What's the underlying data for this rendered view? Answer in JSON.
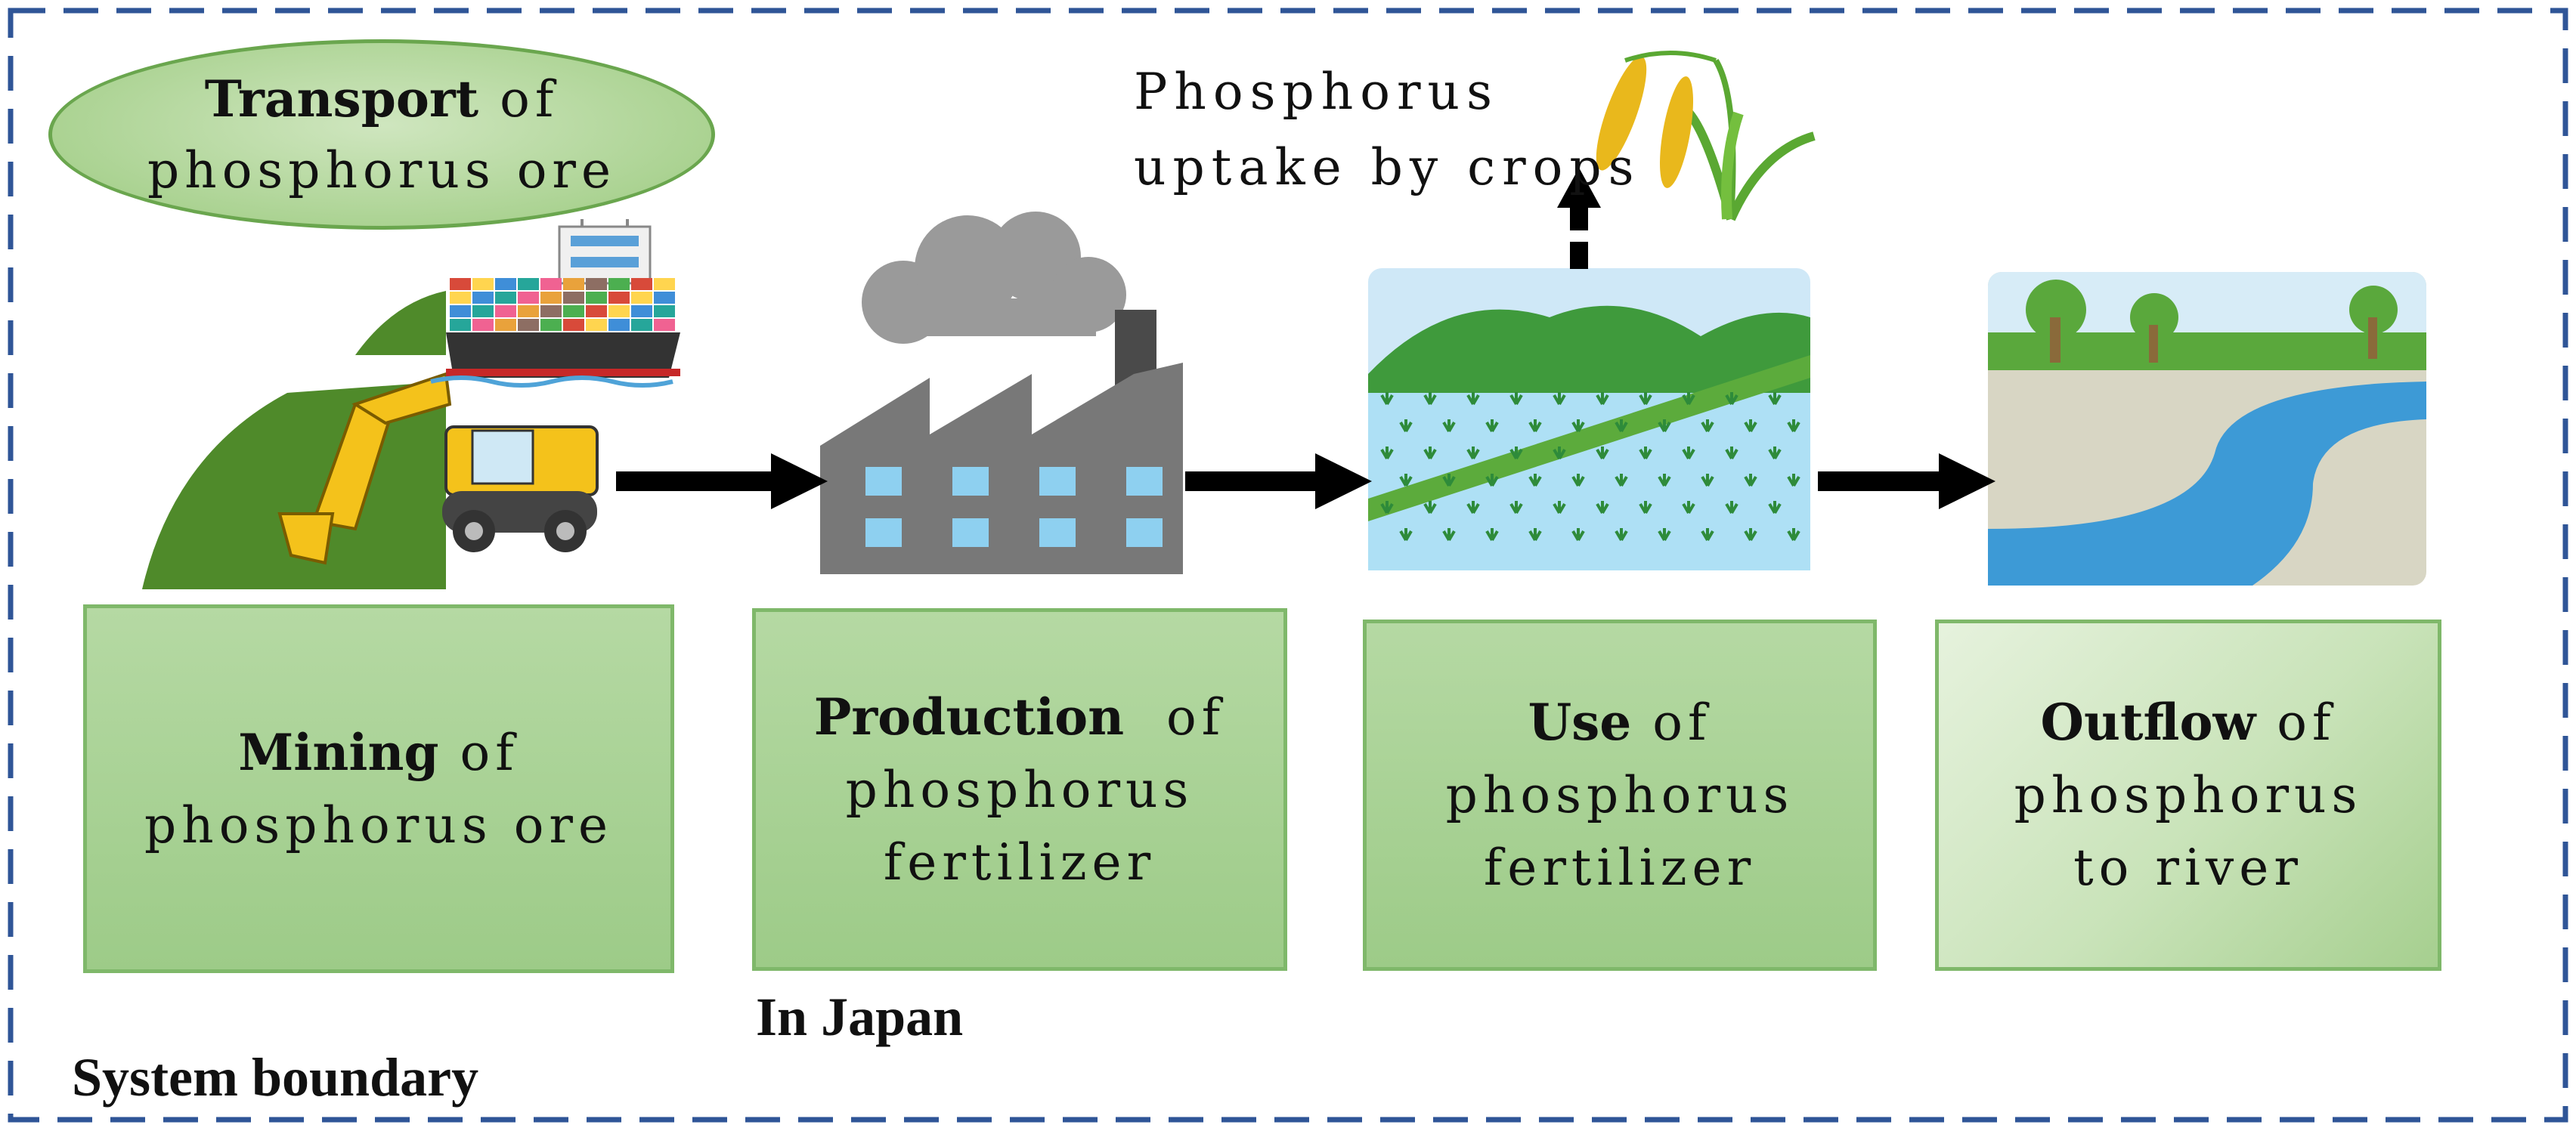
{
  "system_boundary_label": "System boundary",
  "region_label": "In Japan",
  "transport": {
    "bold": "Transport",
    "rest": " of",
    "line2": "phosphorus ore"
  },
  "stages": [
    {
      "bold": "Mining",
      "rest": " of",
      "line2": "phosphorus ore",
      "line3": ""
    },
    {
      "bold": "Production",
      "rest": "  of",
      "line2": "phosphorus",
      "line3": "fertilizer"
    },
    {
      "bold": "Use",
      "rest": " of",
      "line2": "phosphorus",
      "line3": "fertilizer"
    },
    {
      "bold": "Outflow",
      "rest": " of",
      "line2": "phosphorus",
      "line3": "to river"
    }
  ],
  "uptake": {
    "line1": "Phosphorus",
    "line2": "uptake by crops"
  },
  "colors": {
    "boundary": "#2f5597",
    "box_fill": "#a8d08d",
    "box_border": "#7fb86a",
    "arrow": "#000000"
  },
  "icons": [
    "mining-excavator-icon",
    "cargo-ship-icon",
    "factory-icon",
    "paddy-field-icon",
    "rice-plant-icon",
    "river-icon"
  ]
}
